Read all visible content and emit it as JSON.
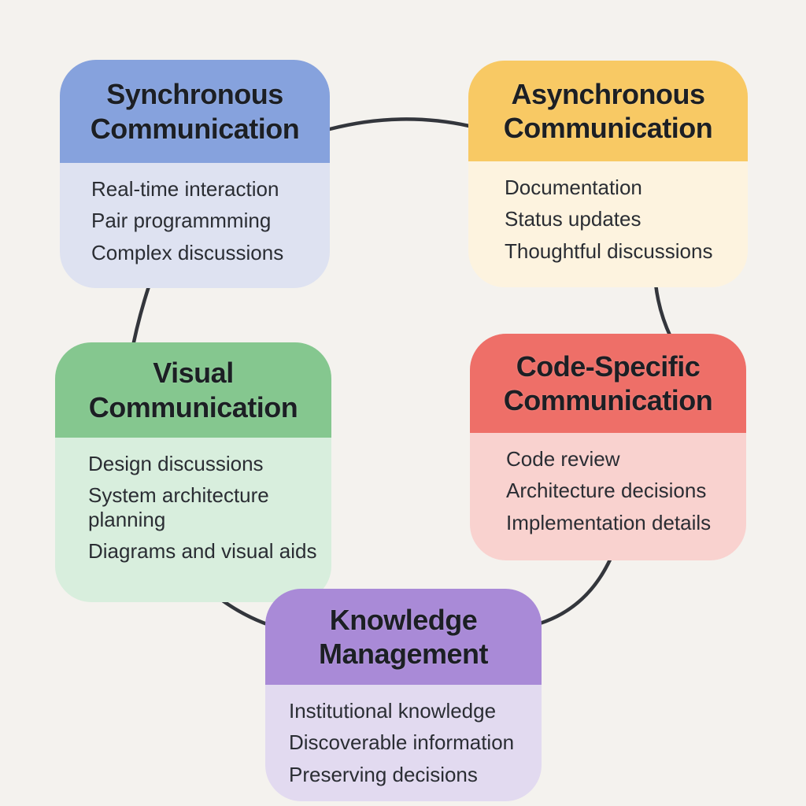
{
  "canvas": {
    "background": "#f4f2ee",
    "connector_color": "#33363c",
    "title_text_color": "#1c1f24",
    "body_text_color": "#2a2d33"
  },
  "cards": [
    {
      "id": "synchronous-communication",
      "title": "Synchronous Communication",
      "header_color": "#86a2dd",
      "body_color": "#dee2f1",
      "items": [
        "Real-time interaction",
        "Pair programmming",
        "Complex discussions"
      ]
    },
    {
      "id": "asynchronous-communication",
      "title": "Asynchronous Communication",
      "header_color": "#f8c964",
      "body_color": "#fdf3df",
      "items": [
        "Documentation",
        "Status updates",
        "Thoughtful discussions"
      ]
    },
    {
      "id": "visual-communication",
      "title": "Visual Communication",
      "header_color": "#85c78f",
      "body_color": "#d8eedd",
      "items": [
        "Design discussions",
        "System architecture planning",
        "Diagrams and visual aids"
      ]
    },
    {
      "id": "code-specific-communication",
      "title": "Code-Specific Communication",
      "header_color": "#ee6f68",
      "body_color": "#f9d2cf",
      "items": [
        "Code review",
        "Architecture decisions",
        "Implementation details"
      ]
    },
    {
      "id": "knowledge-management",
      "title": "Knowledge Management",
      "header_color": "#a98ad7",
      "body_color": "#e2daf0",
      "items": [
        "Institutional knowledge",
        "Discoverable information",
        "Preserving decisions"
      ]
    }
  ]
}
